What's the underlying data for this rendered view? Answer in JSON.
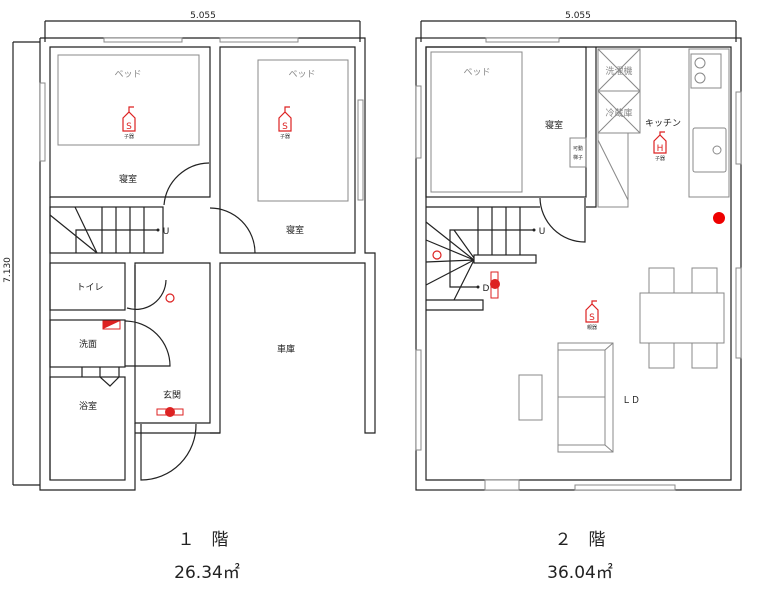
{
  "floor1": {
    "title": "１　階",
    "area": "26.34㎡",
    "dim_width": "5.055",
    "dim_height": "7.130",
    "rooms": {
      "bedroom_a": "寝室",
      "bedroom_b": "寝室",
      "bed_a": "ベッド",
      "bed_b": "ベッド",
      "toilet": "トイレ",
      "washroom": "洗面",
      "bath": "浴室",
      "entrance": "玄関",
      "garage": "車庫"
    },
    "stair_up": "U",
    "sensor_a": {
      "letter": "S",
      "label": "子器"
    },
    "sensor_b": {
      "letter": "S",
      "label": "子器"
    }
  },
  "floor2": {
    "title": "２　階",
    "area": "36.04㎡",
    "dim_width": "5.055",
    "rooms": {
      "bed": "ベッド",
      "bedroom": "寝室",
      "washer": "洗濯機",
      "fridge": "冷蔵庫",
      "kitchen": "キッチン",
      "ladder_1": "可動",
      "ladder_2": "梯子",
      "ld": "ＬＤ"
    },
    "stair_up": "U",
    "stair_down": "D",
    "sensor_h": {
      "letter": "H",
      "label": "子器"
    },
    "sensor_parent": {
      "letter": "S",
      "label": "親器"
    }
  },
  "colors": {
    "wall": "#222222",
    "equipment": "#dd2222",
    "furniture": "#888888"
  }
}
